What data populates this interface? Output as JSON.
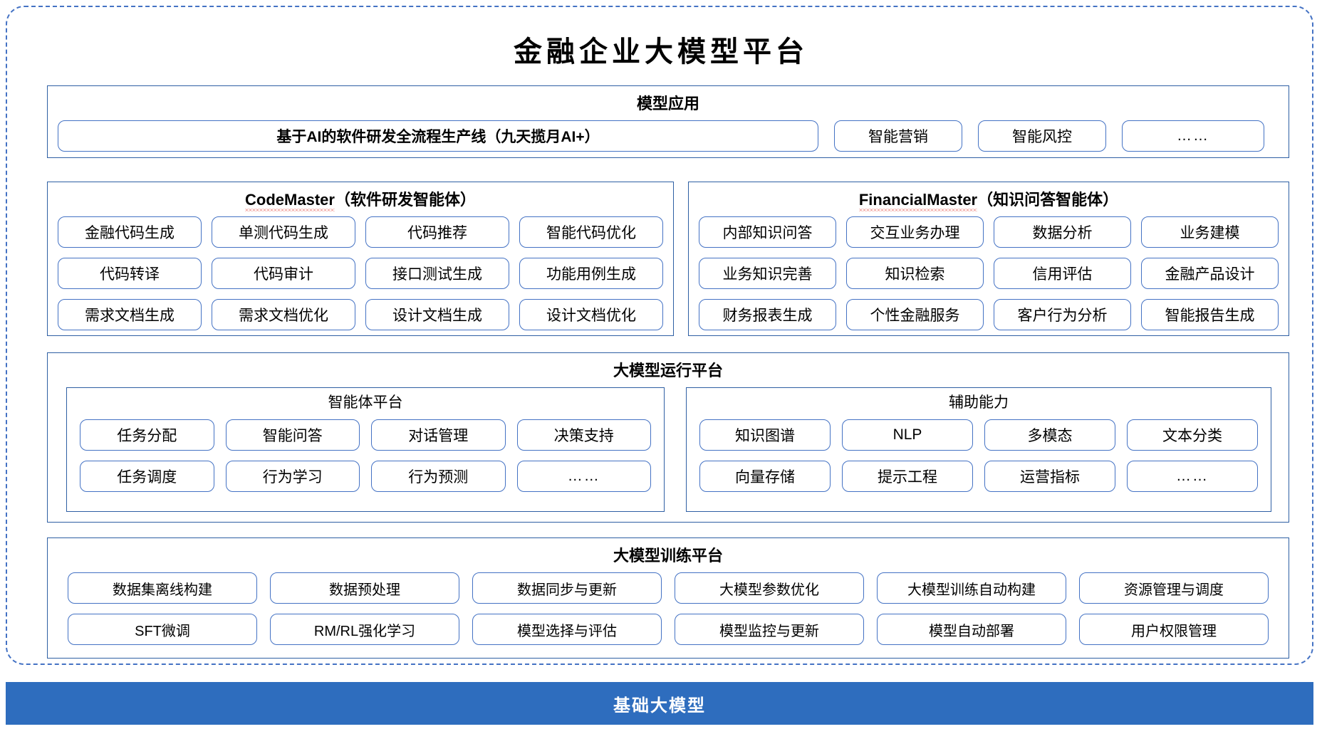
{
  "title": "金融企业大模型平台",
  "model_application": {
    "title": "模型应用",
    "primary_item": "基于AI的软件研发全流程生产线（九天揽月AI+）",
    "items": [
      "智能营销",
      "智能风控",
      "……"
    ]
  },
  "agents": [
    {
      "name": "CodeMaster",
      "suffix": "（软件研发智能体）",
      "items": [
        "金融代码生成",
        "单测代码生成",
        "代码推荐",
        "智能代码优化",
        "代码转译",
        "代码审计",
        "接口测试生成",
        "功能用例生成",
        "需求文档生成",
        "需求文档优化",
        "设计文档生成",
        "设计文档优化"
      ]
    },
    {
      "name": "FinancialMaster",
      "suffix": "（知识问答智能体）",
      "items": [
        "内部知识问答",
        "交互业务办理",
        "数据分析",
        "业务建模",
        "业务知识完善",
        "知识检索",
        "信用评估",
        "金融产品设计",
        "财务报表生成",
        "个性金融服务",
        "客户行为分析",
        "智能报告生成"
      ]
    }
  ],
  "runtime_platform": {
    "title": "大模型运行平台",
    "subpanels": [
      {
        "title": "智能体平台",
        "items": [
          "任务分配",
          "智能问答",
          "对话管理",
          "决策支持",
          "任务调度",
          "行为学习",
          "行为预测",
          "……"
        ]
      },
      {
        "title": "辅助能力",
        "items": [
          "知识图谱",
          "NLP",
          "多模态",
          "文本分类",
          "向量存储",
          "提示工程",
          "运营指标",
          "……"
        ]
      }
    ]
  },
  "training_platform": {
    "title": "大模型训练平台",
    "items": [
      "数据集离线构建",
      "数据预处理",
      "数据同步与更新",
      "大模型参数优化",
      "大模型训练自动构建",
      "资源管理与调度",
      "SFT微调",
      "RM/RL强化学习",
      "模型选择与评估",
      "模型监控与更新",
      "模型自动部署",
      "用户权限管理"
    ]
  },
  "base_model_bar": "基础大模型",
  "colors": {
    "frame_border": "#4472C4",
    "panel_border": "#2E5FA3",
    "pill_border": "#4472C4",
    "base_bar": "#2E6DBE",
    "spellcheck": "#E03A2F"
  }
}
